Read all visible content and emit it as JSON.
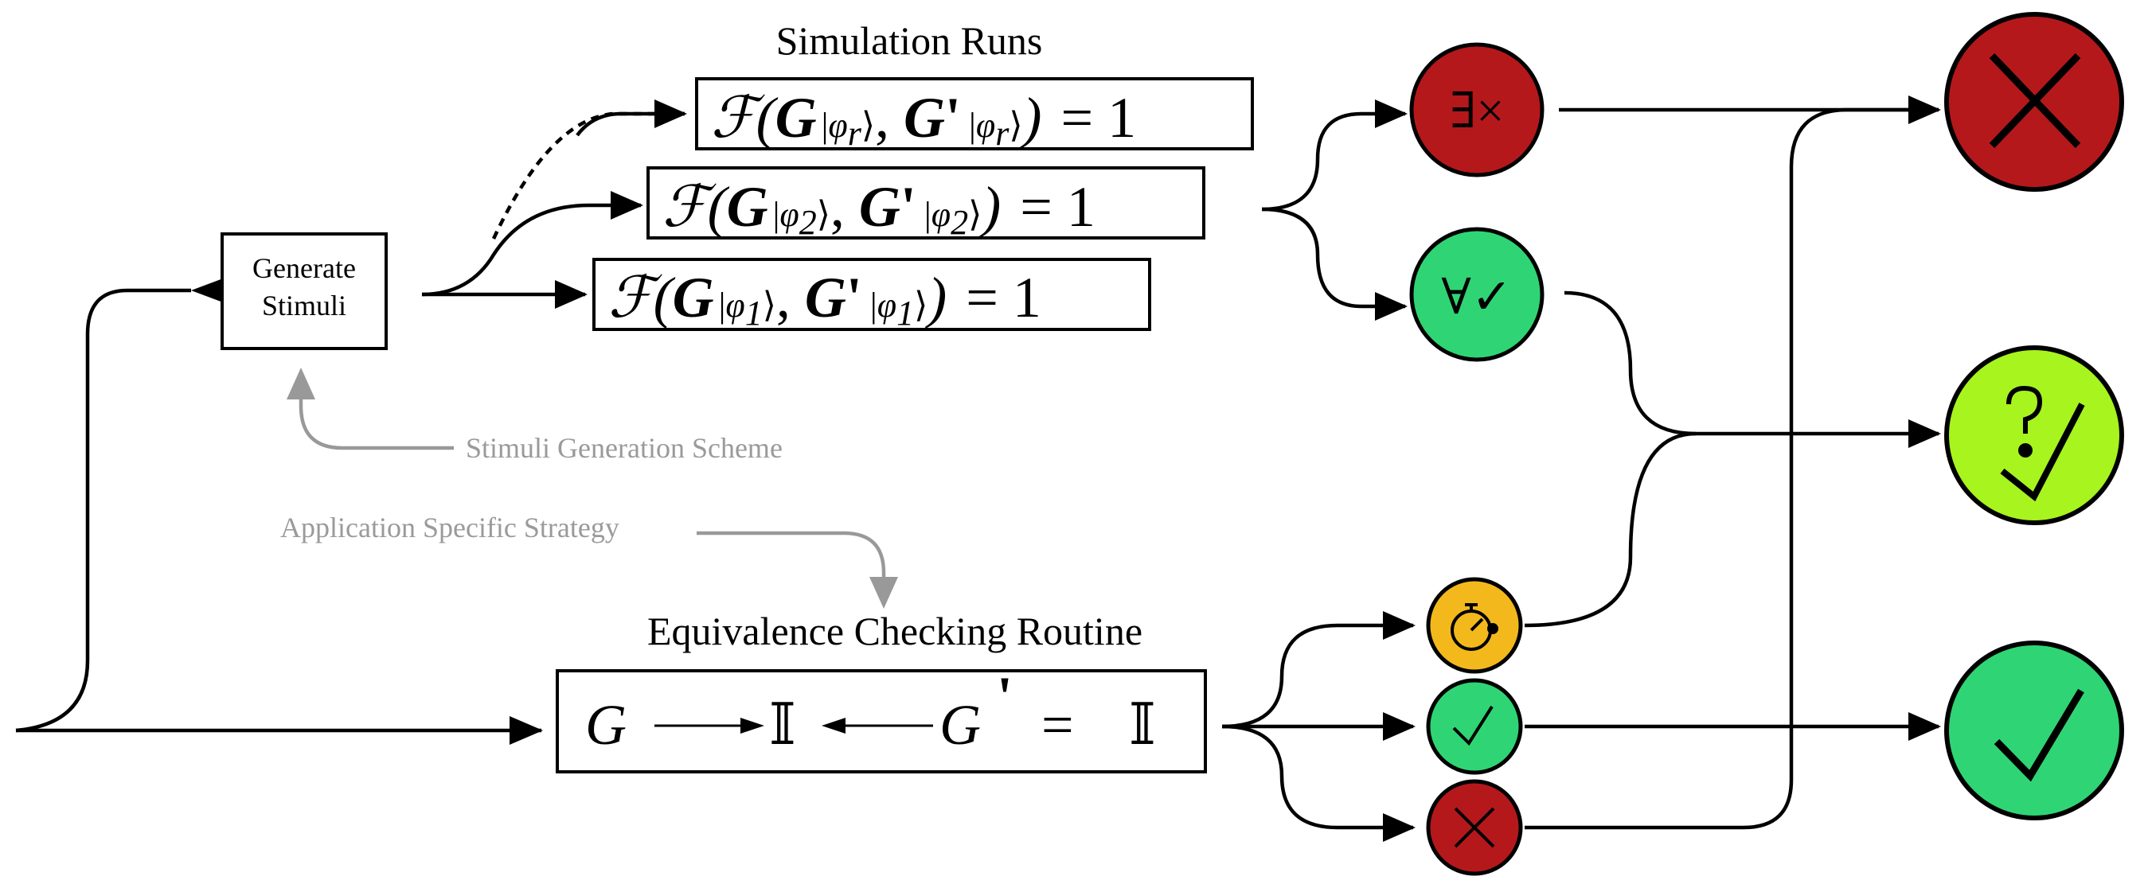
{
  "labels": {
    "simulation_runs": "Simulation Runs",
    "generate_stimuli_line1": "Generate",
    "generate_stimuli_line2": "Stimuli",
    "stimuli_scheme": "Stimuli Generation Scheme",
    "application_strategy": "Application Specific Strategy",
    "equivalence_routine": "Equivalence Checking Routine"
  },
  "sim_formulas": [
    {
      "fidelity": "ℱ(",
      "g": "G",
      "bar": "|",
      "phi": "φ",
      "sub": "r",
      "ket": "⟩",
      "comma": ", ",
      "gp": "G",
      "prime": "'",
      "close": ")",
      "eq": "= 1"
    },
    {
      "fidelity": "ℱ(",
      "g": "G",
      "bar": "|",
      "phi": "φ",
      "sub": "2",
      "ket": "⟩",
      "comma": ", ",
      "gp": "G",
      "prime": "'",
      "close": ")",
      "eq": "= 1"
    },
    {
      "fidelity": "ℱ(",
      "g": "G",
      "bar": "|",
      "phi": "φ",
      "sub": "1",
      "ket": "⟩",
      "comma": ", ",
      "gp": "G",
      "prime": "'",
      "close": ")",
      "eq": "= 1"
    }
  ],
  "eq_formula": {
    "g": "G",
    "identity": "𝕀",
    "gp": "G",
    "prime": "'",
    "eq": "=",
    "identity2": "𝕀"
  },
  "sim_results": {
    "exists_fail": "∃×",
    "forall_pass": "∀✓"
  },
  "colors": {
    "red": "#b5181b",
    "green": "#2fd574",
    "lime": "#a7f41e",
    "amber": "#f3b91c",
    "grey": "#999999"
  },
  "icons": {
    "final_fail": "cross-icon",
    "final_unknown": "question-check-icon",
    "final_pass": "check-icon",
    "timeout": "stopwatch-icon",
    "ec_pass": "check-icon",
    "ec_fail": "cross-icon"
  }
}
